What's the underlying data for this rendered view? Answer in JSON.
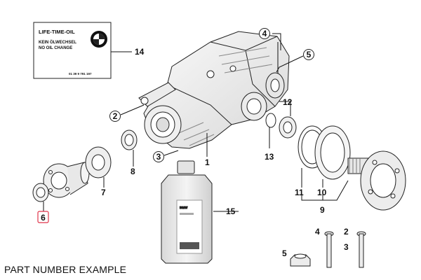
{
  "label": {
    "line1": "LIFE-TIME-OIL",
    "line2": "KEIN ÖLWECHSEL",
    "line3": "NO OIL CHANGE",
    "code": "01 39 9 791 197"
  },
  "bottle": {
    "brand": "BMW"
  },
  "callouts": {
    "c1": "1",
    "c2": "2",
    "c3": "3",
    "c4": "4",
    "c5": "5",
    "c6": "6",
    "c7": "7",
    "c8": "8",
    "c9": "9",
    "c10": "10",
    "c11": "11",
    "c12": "12",
    "c13": "13",
    "c14": "14",
    "c15": "15",
    "h4": "4",
    "h2": "2",
    "h3": "3",
    "h5": "5"
  },
  "caption": "PART NUMBER EXAMPLE",
  "colors": {
    "highlight": "#e0354b",
    "line": "#111111",
    "part_fill": "#f1f1f1"
  }
}
